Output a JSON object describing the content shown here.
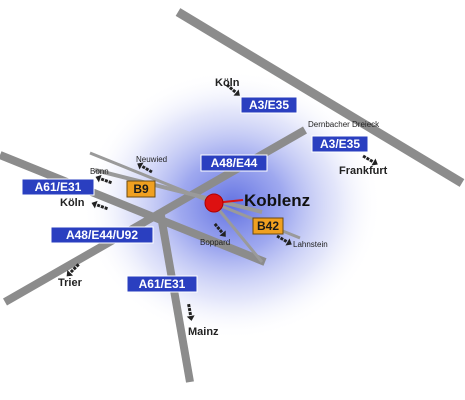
{
  "map": {
    "center_city": "Koblenz",
    "colors": {
      "road": "#8c8c8c",
      "autobahn_shield": "#2a3fc0",
      "bundesstrasse_shield": "#f0a020",
      "city_marker": "#dd1111",
      "halo": "#6f7ee6"
    },
    "shields": [
      {
        "id": "a3-e35-north",
        "text": "A3/E35",
        "kind": "autobahn"
      },
      {
        "id": "a3-e35-east",
        "text": "A3/E35",
        "kind": "autobahn"
      },
      {
        "id": "a48-e44",
        "text": "A48/E44",
        "kind": "autobahn"
      },
      {
        "id": "a61-e31-west",
        "text": "A61/E31",
        "kind": "autobahn"
      },
      {
        "id": "b9",
        "text": "B9",
        "kind": "bundesstrasse"
      },
      {
        "id": "a48-e44-u92",
        "text": "A48/E44/U92",
        "kind": "autobahn"
      },
      {
        "id": "b42",
        "text": "B42",
        "kind": "bundesstrasse"
      },
      {
        "id": "a61-e31-south",
        "text": "A61/E31",
        "kind": "autobahn"
      }
    ],
    "labels": {
      "koeln_north": "Köln",
      "dernbacher": "Dernbacher Dreieck",
      "frankfurt": "Frankfurt",
      "neuwied": "Neuwied",
      "bonn": "Bonn",
      "koeln_west": "Köln",
      "boppard": "Boppard",
      "lahnstein": "Lahnstein",
      "trier": "Trier",
      "mainz": "Mainz"
    },
    "direction_arrows": [
      {
        "id": "koeln-north",
        "icon": "dashed-arrow-icon"
      },
      {
        "id": "frankfurt",
        "icon": "dashed-arrow-icon"
      },
      {
        "id": "neuwied",
        "icon": "dashed-arrow-icon"
      },
      {
        "id": "bonn",
        "icon": "dashed-arrow-icon"
      },
      {
        "id": "koeln-west",
        "icon": "dashed-arrow-icon"
      },
      {
        "id": "boppard",
        "icon": "dashed-arrow-icon"
      },
      {
        "id": "lahnstein",
        "icon": "dashed-arrow-icon"
      },
      {
        "id": "trier",
        "icon": "dashed-arrow-icon"
      },
      {
        "id": "mainz",
        "icon": "dashed-arrow-icon"
      }
    ]
  }
}
